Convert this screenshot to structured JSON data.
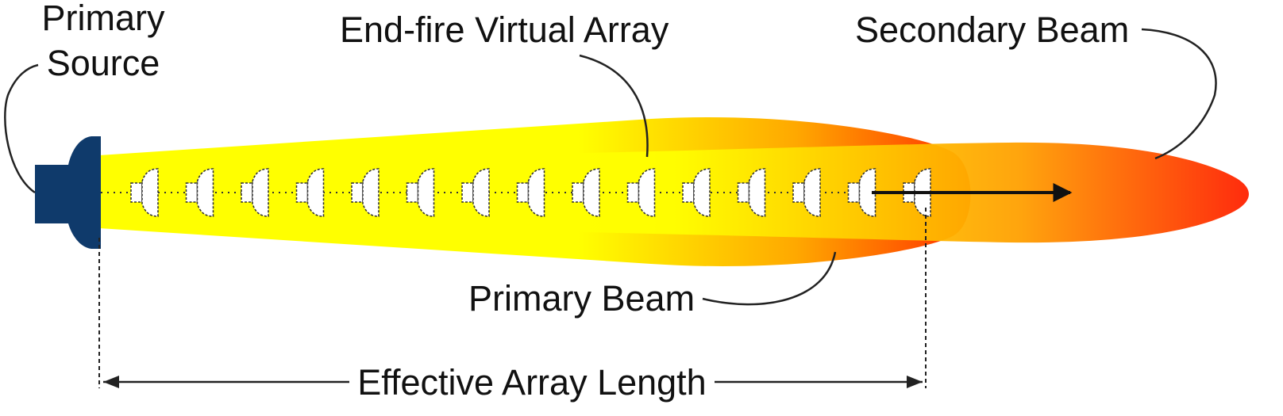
{
  "labels": {
    "primary_source_line1": "Primary",
    "primary_source_line2": "Source",
    "virtual_array": "End-fire Virtual Array",
    "secondary_beam": "Secondary Beam",
    "primary_beam": "Primary Beam",
    "effective_length": "Effective Array Length"
  },
  "array": {
    "element_count": 15
  },
  "colors": {
    "source_body": "#0f3a6b",
    "beam_yellow": "#ffff00",
    "beam_orange": "#ff9900",
    "beam_red": "#ff2000",
    "line": "#111111",
    "element_fill": "#ffffff"
  }
}
